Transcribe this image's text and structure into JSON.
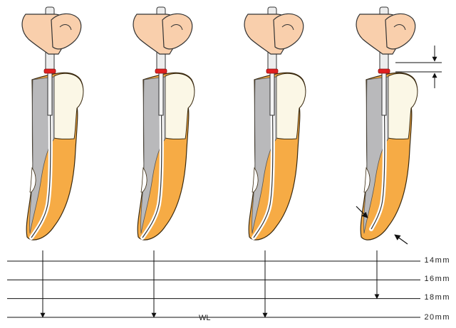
{
  "length_scale": {
    "labels": [
      "14mm",
      "16mm",
      "18mm",
      "20mm"
    ],
    "values_mm": [
      14,
      16,
      18,
      20
    ]
  },
  "working_length": {
    "label": "WL",
    "value_mm": 20
  },
  "panels": [
    {
      "id": 1,
      "file_depth_mm": 20
    },
    {
      "id": 2,
      "file_depth_mm": 20
    },
    {
      "id": 3,
      "file_depth_mm": 20
    },
    {
      "id": 4,
      "file_depth_mm": 18
    }
  ],
  "colors": {
    "dentin": "#f6ab45",
    "dentin_stroke": "#3a2a10",
    "pulp_chamber": "#b9b9bb",
    "enamel": "#fbf7e6",
    "finger": "#f9cfac",
    "finger_stroke": "#333333",
    "stopper": "#e02020",
    "file": "#ededed",
    "line": "#111111"
  },
  "icons": [
    "fingers-holding-file-icon",
    "rubber-stopper-icon",
    "arrow-icon"
  ]
}
